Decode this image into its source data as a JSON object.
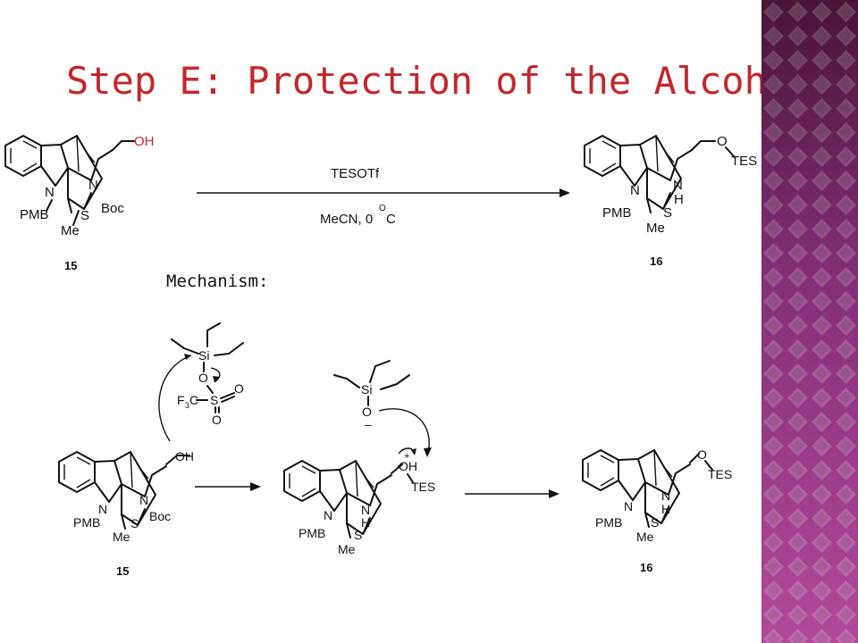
{
  "slide": {
    "title": "Step E: Protection of the Alcohol",
    "mechanism_label": "Mechanism:"
  },
  "colors": {
    "title": "#c0282d",
    "band_dark": "#4a1438",
    "band_light": "#b04a9a"
  },
  "scheme": {
    "reagent_top": "TESOTf",
    "conditions": "MeCN, 0",
    "degree": "O",
    "conditions_unit": "C"
  },
  "labels": {
    "oh": "OH",
    "o": "O",
    "tes": "TES",
    "n": "N",
    "nh_n": "N",
    "nh_h": "H",
    "boc": "Boc",
    "pmb": "PMB",
    "s": "S",
    "me": "Me",
    "si": "Si",
    "f3c": "F",
    "f3c_sub": "3",
    "f3c_c": "C",
    "so2_o": "O",
    "plus": "+",
    "minus": "–"
  },
  "compounds": {
    "start_top": "15",
    "product_top": "16",
    "start_bottom": "15",
    "product_bottom": "16"
  }
}
